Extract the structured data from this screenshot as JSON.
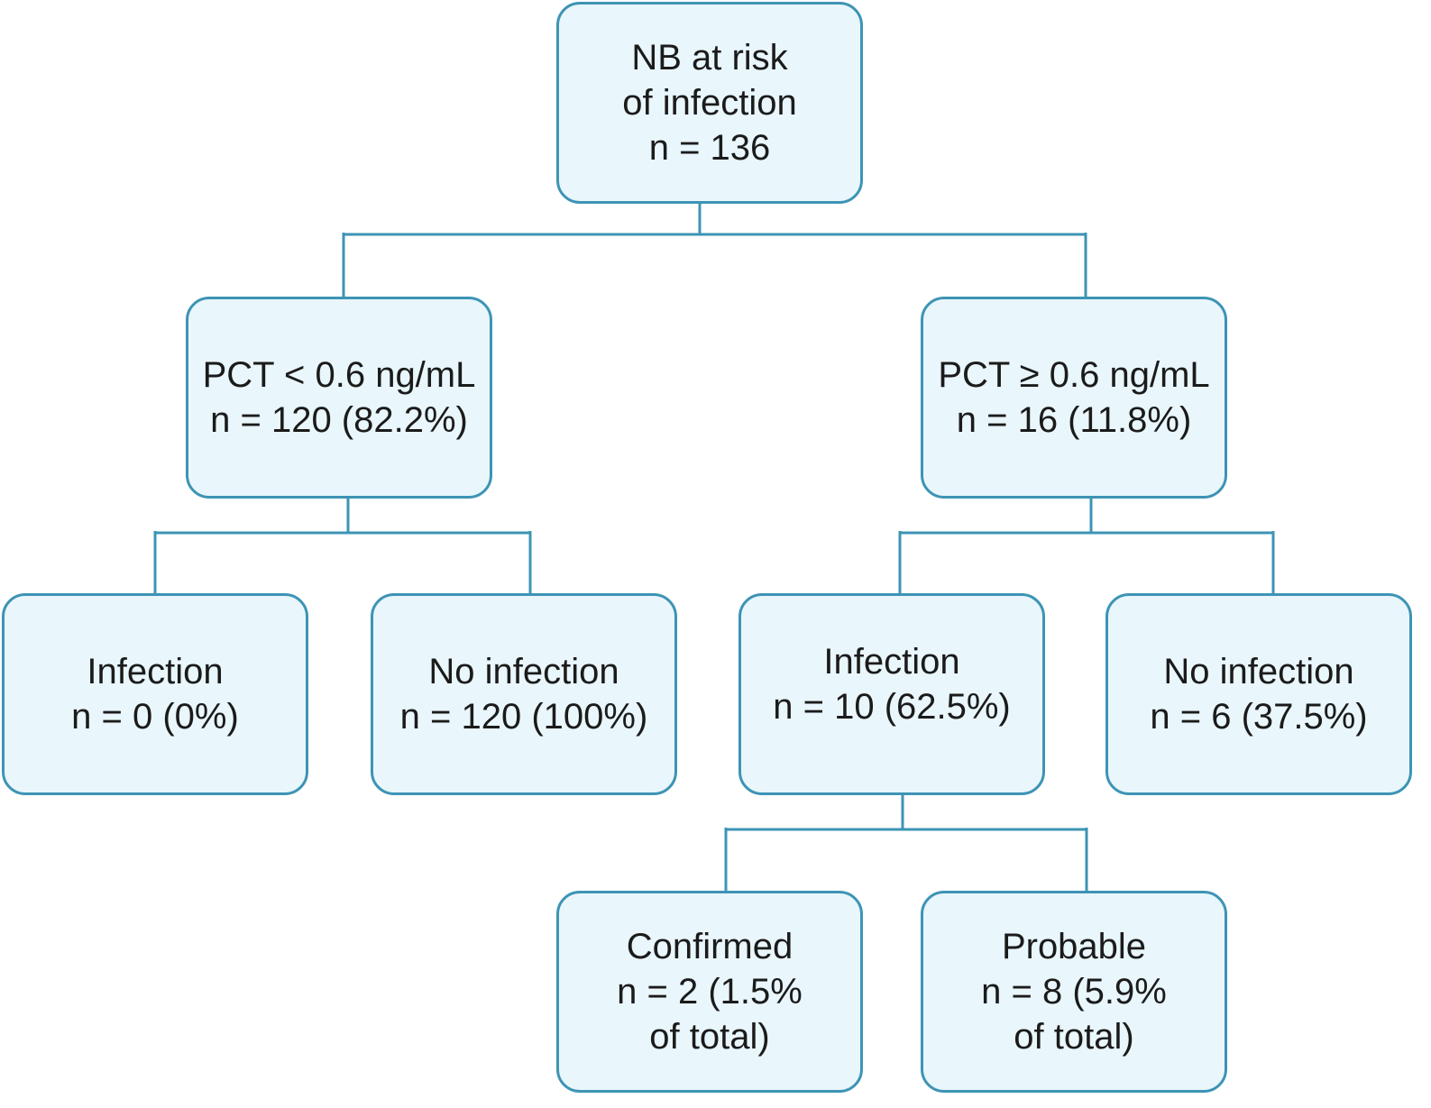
{
  "colors": {
    "box_fill": "#e9f6fb",
    "box_border": "#3d94b5",
    "connector": "#3d94b5",
    "text": "#1b1b1b"
  },
  "nodes": {
    "root": {
      "line1": "NB at risk",
      "line2": "of infection",
      "line3": "n = 136"
    },
    "pct_low": {
      "line1": "PCT < 0.6 ng/mL",
      "line2": "n = 120 (82.2%)"
    },
    "pct_high": {
      "line1": "PCT ≥ 0.6 ng/mL",
      "line2": "n = 16 (11.8%)"
    },
    "infection_low": {
      "line1": "Infection",
      "line2": "n = 0 (0%)"
    },
    "no_infection_low": {
      "line1": "No infection",
      "line2": "n = 120 (100%)"
    },
    "infection_high": {
      "line1": "Infection",
      "line2": "n = 10 (62.5%)"
    },
    "no_infection_high": {
      "line1": "No infection",
      "line2": "n = 6 (37.5%)"
    },
    "confirmed": {
      "line1": "Confirmed",
      "line2": "n = 2 (1.5%",
      "line3": "of total)"
    },
    "probable": {
      "line1": "Probable",
      "line2": "n = 8 (5.9%",
      "line3": "of total)"
    }
  }
}
